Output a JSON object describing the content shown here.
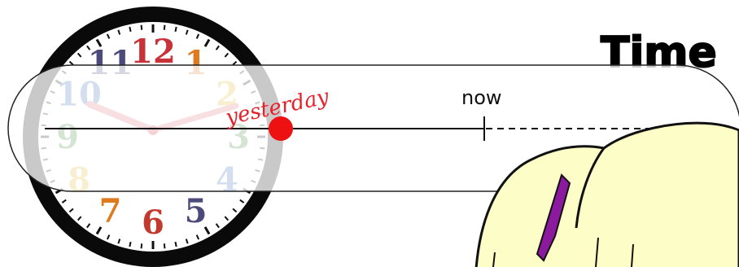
{
  "title": "Time",
  "timeline": {
    "label_past": "yesterday",
    "label_now": "now",
    "marker_color": "#ee1111",
    "label_past_color": "#e8202a"
  },
  "clock": {
    "numbers": [
      "12",
      "1",
      "2",
      "3",
      "4",
      "5",
      "6",
      "7",
      "8",
      "9",
      "10",
      "11"
    ],
    "number_colors": [
      "#c8333a",
      "#e07a1f",
      "#d9b62a",
      "#3f8a3a",
      "#3a6fb5",
      "#4b4a7a",
      "#c23a2e",
      "#e07a1f",
      "#d9b62a",
      "#3f8a3a",
      "#3a6fb5",
      "#4b4a7a"
    ],
    "hand_color": "#e0707a"
  },
  "character": {
    "hair_color": "#fdfdc8",
    "ribbon_color": "#8b1a9e"
  }
}
